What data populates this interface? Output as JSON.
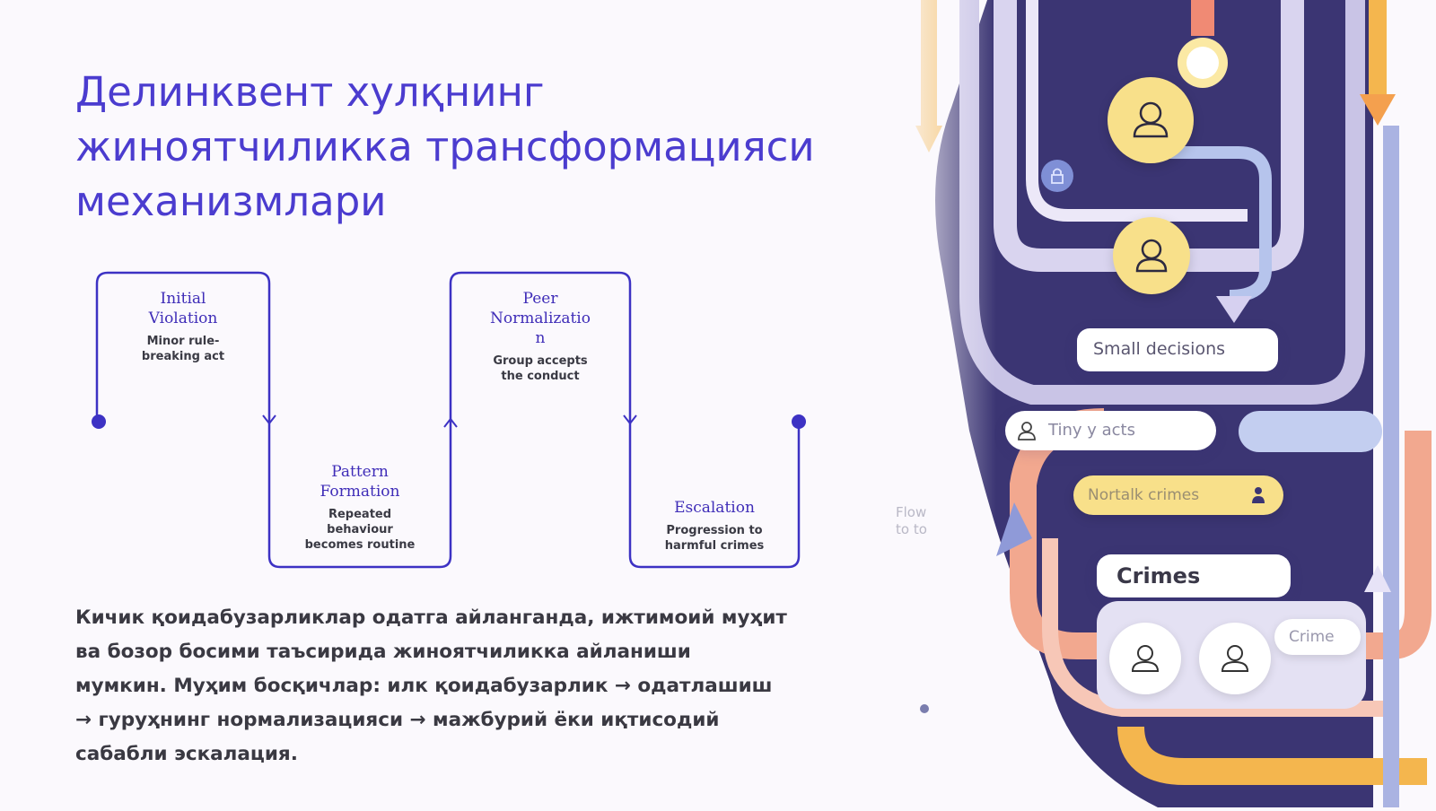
{
  "slide": {
    "title_lines": [
      "Делинквент хулқнинг",
      "жиноятчиликка трансформацияси",
      "механизмлари"
    ],
    "body_lines": [
      "Кичик қоидабузарликлар одатга айланганда, ижтимоий муҳит",
      "ва бозор босими таъсирида жиноятчиликка айланиши",
      "мумкин. Муҳим босқичлар: илк қоидабузарлик → одатлашиш",
      "→ гуруҳнинг нормализацияси → мажбурий ёки иқтисодий",
      "сабабли эскалация."
    ]
  },
  "steps": [
    {
      "title_lines": [
        "Initial",
        "Violation"
      ],
      "desc_lines": [
        "Minor rule-",
        "breaking act"
      ]
    },
    {
      "title_lines": [
        "Pattern",
        "Formation"
      ],
      "desc_lines": [
        "Repeated",
        "behaviour",
        "becomes routine"
      ]
    },
    {
      "title_lines": [
        "Peer",
        "Normalizatio",
        "n"
      ],
      "desc_lines": [
        "Group accepts",
        "the conduct"
      ]
    },
    {
      "title_lines": [
        "Escalation"
      ],
      "desc_lines": [
        "Progression to",
        "harmful crimes"
      ]
    }
  ],
  "illustration": {
    "labels": {
      "small_decisions": "Small decisions",
      "tiny_acts": "Tiny y acts",
      "normal_crimes": "Nortalk crimes",
      "crimes": "Crimes",
      "crime": "Crime",
      "flow_1": "Flow",
      "flow_2": "to to"
    },
    "icons": [
      "person-icon",
      "person-icon",
      "person-icon",
      "person-icon",
      "person-icon",
      "lock-icon",
      "person-icon"
    ]
  },
  "colors": {
    "accent": "#4b3ccf",
    "line": "#3d32c4",
    "body_text": "#3a3942",
    "navy": "#3b3573",
    "lavender": "#c9c4e6",
    "peach": "#f2a88f",
    "orange": "#f4b64e",
    "yellow": "#f8e08a"
  }
}
